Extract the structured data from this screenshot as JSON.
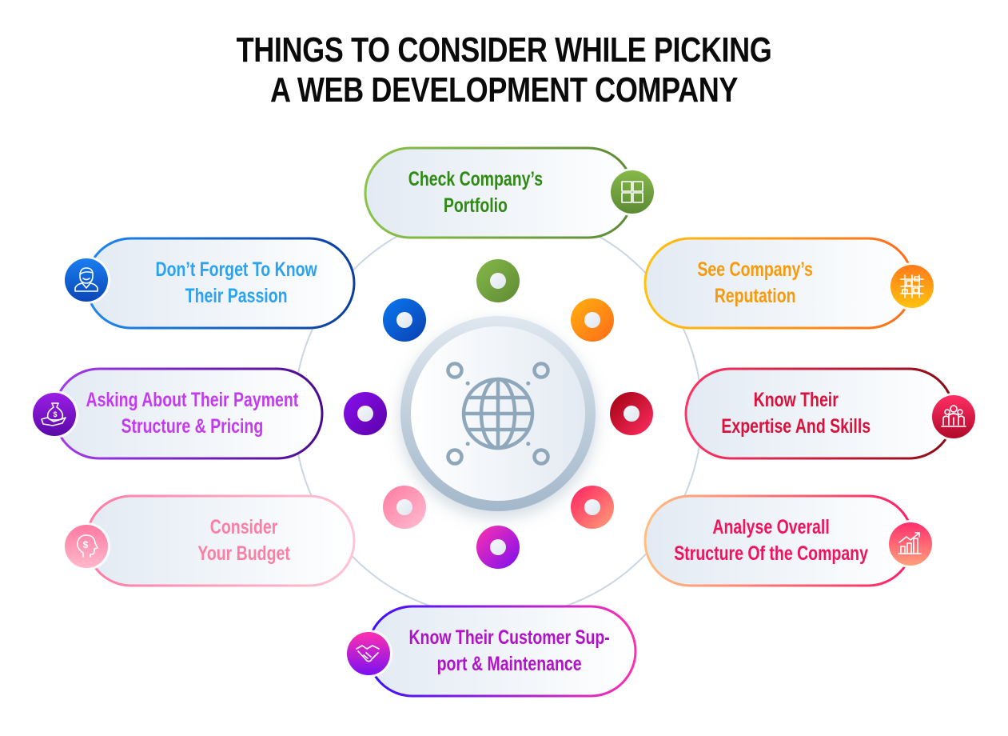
{
  "title": {
    "line1": "THINGS TO CONSIDER WHILE PICKING",
    "line2": "A WEB DEVELOPMENT COMPANY"
  },
  "hub": {
    "icon": "globe-network-icon",
    "ring_color": "#a6bccf",
    "icon_color": "#8fa7bb"
  },
  "items": [
    {
      "id": "portfolio",
      "line1": "Check Company’s",
      "line2": "Portfolio",
      "text_color": "#2e8a12",
      "border_from": "#8ac34a",
      "border_to": "#5e8a34",
      "icon": "grid-icon",
      "icon_from": "#86b84a",
      "icon_to": "#5c8a34",
      "dot_from": "#86b84a",
      "dot_to": "#5e8a34",
      "position": "top"
    },
    {
      "id": "reputation",
      "line1": "See Company’s",
      "line2": "Reputation",
      "text_color": "#f59a0b",
      "border_from": "#ffc20e",
      "border_to": "#ff6a1a",
      "icon": "hands-network-icon",
      "icon_from": "#ff7a1a",
      "icon_to": "#ffc20e",
      "dot_from": "#ffb10e",
      "dot_to": "#ff6a1a",
      "position": "top-right"
    },
    {
      "id": "expertise",
      "line1": "Know Their",
      "line2": "Expertise And Skills",
      "text_color": "#d9123c",
      "border_from": "#ff3366",
      "border_to": "#8a0a14",
      "icon": "team-icon",
      "icon_from": "#ff2e63",
      "icon_to": "#b00a2a",
      "dot_from": "#a0000e",
      "dot_to": "#ff2e63",
      "position": "right"
    },
    {
      "id": "structure",
      "line1": "Analyse Overall",
      "line2": "Structure Of the Company",
      "text_color": "#f0135c",
      "border_from": "#ffbf80",
      "border_to": "#ff1a66",
      "icon": "growth-chart-icon",
      "icon_from": "#ff2e6e",
      "icon_to": "#ffa07a",
      "dot_from": "#ff2060",
      "dot_to": "#ffa07a",
      "position": "bottom-right"
    },
    {
      "id": "support",
      "line1": "Know Their Customer Sup-",
      "line2": "port & Maintenance",
      "text_color": "#b012c8",
      "border_from": "#3a10ff",
      "border_to": "#ff2fb0",
      "icon": "handshake-icon",
      "icon_from": "#ff2fb0",
      "icon_to": "#7a10f0",
      "dot_from": "#ff2fb0",
      "dot_to": "#7a10f0",
      "position": "bottom"
    },
    {
      "id": "budget",
      "line1": "Consider",
      "line2": "Your Budget",
      "text_color": "#fb7fa3",
      "border_from": "#ff7aa2",
      "border_to": "#ffc4d4",
      "icon": "budget-head-icon",
      "icon_from": "#ff7aa2",
      "icon_to": "#ffb8cc",
      "dot_from": "#ff7aa2",
      "dot_to": "#ffbdd2",
      "position": "bottom-left"
    },
    {
      "id": "payment",
      "line1": "Asking About Their Payment",
      "line2": "Structure & Pricing",
      "text_color": "#c33af0",
      "border_from": "#a23cf0",
      "border_to": "#4a0a90",
      "icon": "money-bag-hand-icon",
      "icon_from": "#9a1ee6",
      "icon_to": "#5a0aa8",
      "dot_from": "#8a10ee",
      "dot_to": "#5a00a8",
      "position": "left"
    },
    {
      "id": "passion",
      "line1": "Don’t Forget To Know",
      "line2": "Their Passion",
      "text_color": "#2aa2f0",
      "border_from": "#1e88f0",
      "border_to": "#0a3ea0",
      "icon": "professional-person-icon",
      "icon_from": "#1a7ef0",
      "icon_to": "#0a46b8",
      "dot_from": "#0a78f0",
      "dot_to": "#0a40b0",
      "position": "top-left"
    }
  ]
}
